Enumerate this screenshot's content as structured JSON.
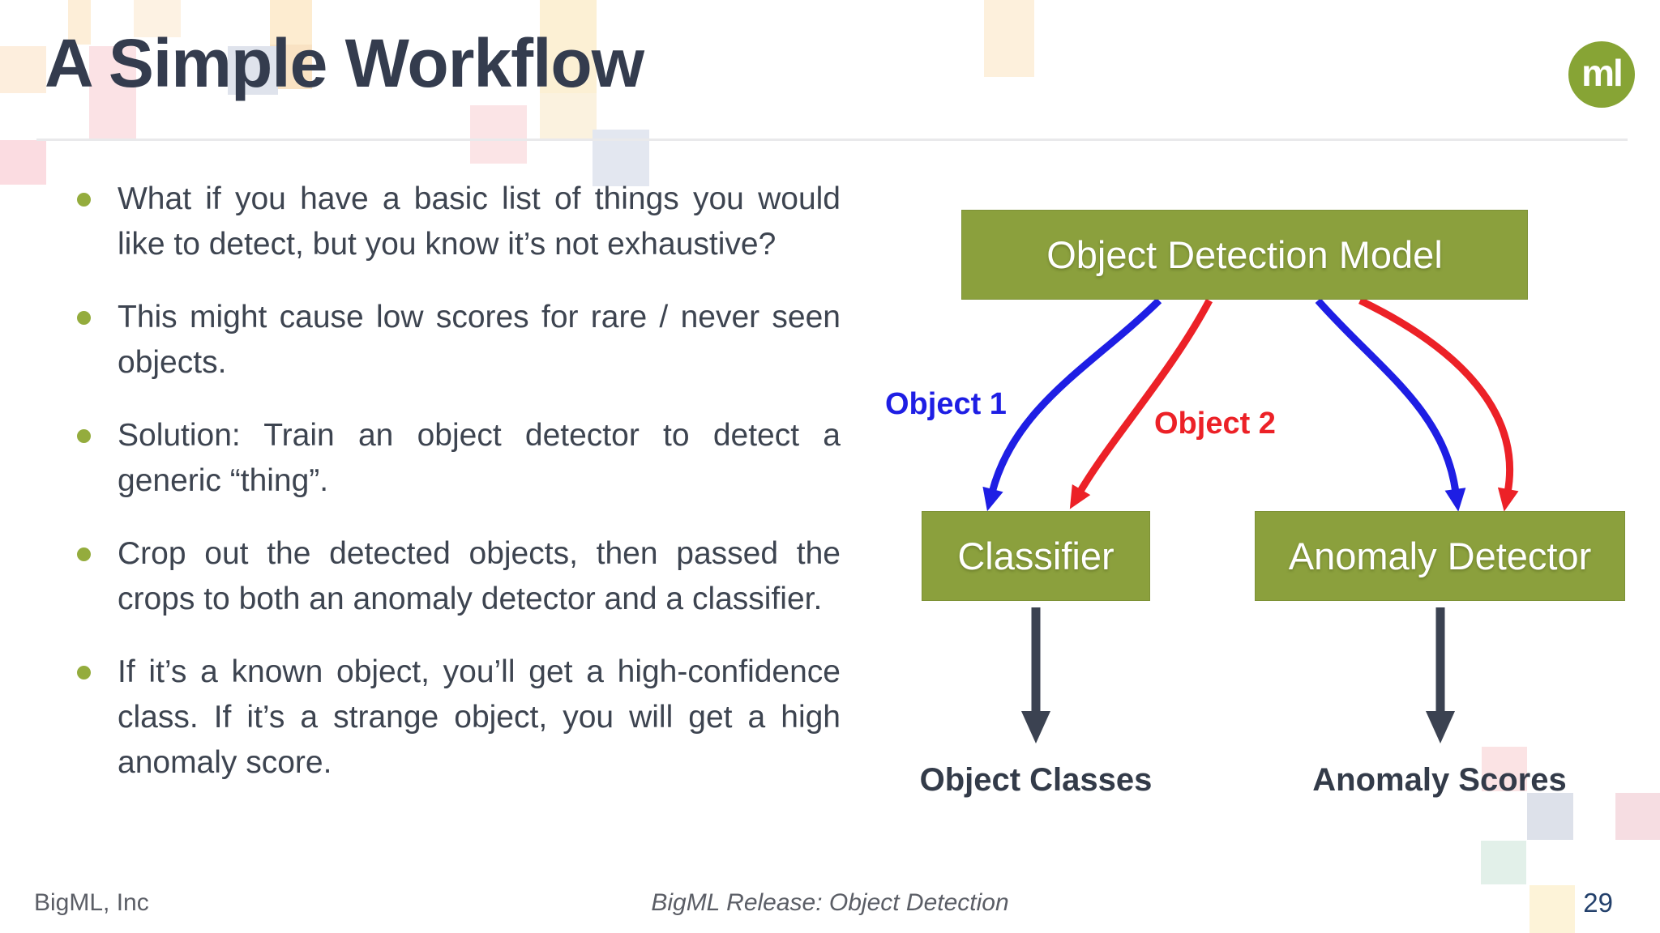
{
  "slide": {
    "title": "A Simple Workflow",
    "logo_text": "ml",
    "footer_left": "BigML, Inc",
    "footer_center": "BigML Release: Object Detection",
    "page_number": "29"
  },
  "bullets": [
    "What if you have a basic list of things you would like to detect, but you know it’s not exhaustive?",
    "This might cause low scores for rare / never seen objects.",
    "Solution: Train an object detector to detect a generic “thing”.",
    "Crop out the detected objects, then passed the crops to both an anomaly detector and a classifier.",
    "If it’s a known object, you’ll get a high-confidence class. If it’s a strange object, you will get a high anomaly score."
  ],
  "diagram": {
    "model_node": "Object Detection Model",
    "classifier_node": "Classifier",
    "anomaly_node": "Anomaly Detector",
    "object1_label": "Object 1",
    "object2_label": "Object 2",
    "classifier_output": "Object Classes",
    "anomaly_output": "Anomaly Scores",
    "colors": {
      "node_fill": "#8BA03D",
      "object1_blue": "#1E1EE4",
      "object2_red": "#EC2127",
      "flow_arrow_dark": "#3B4251",
      "bullet_olive": "#94AC3D",
      "brand_green": "#87A435",
      "title_navy": "#343C4E",
      "page_number_navy": "#23406B"
    }
  }
}
